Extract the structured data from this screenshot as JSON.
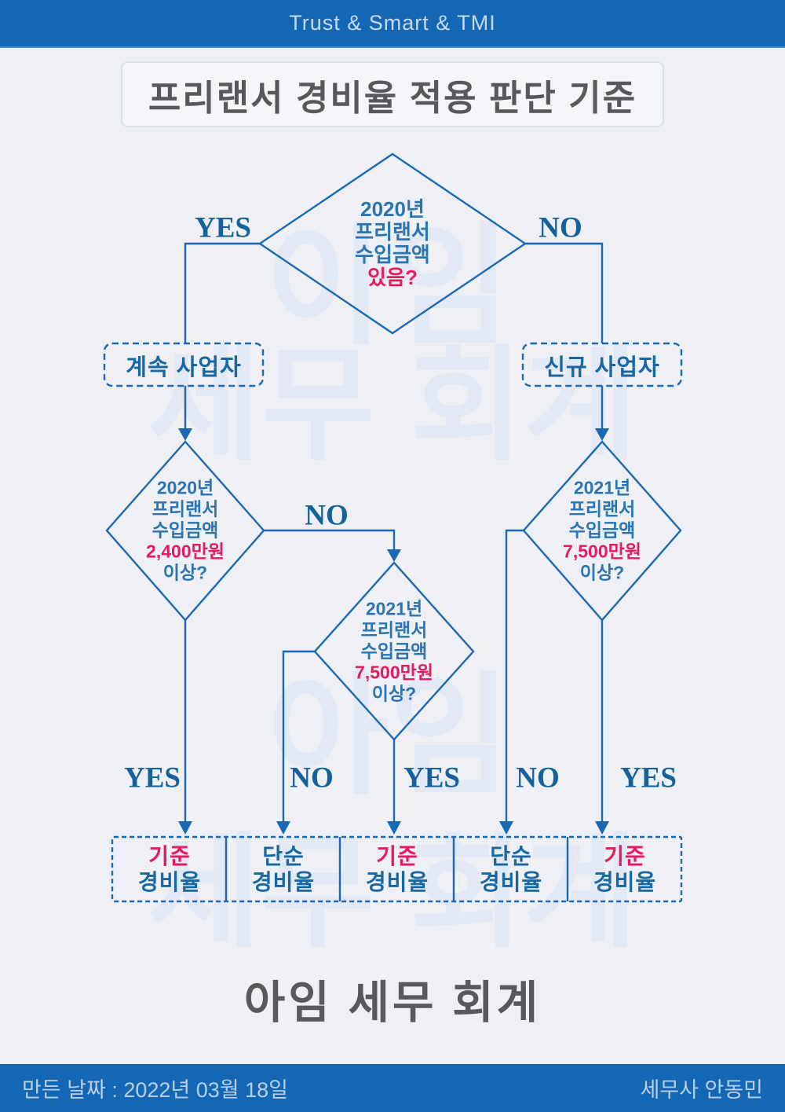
{
  "header": {
    "brand": "Trust & Smart & TMI"
  },
  "title": "프리랜서 경비율 적용 판단 기준",
  "watermark": {
    "word1": "아임",
    "word2": "세무 회계"
  },
  "flow": {
    "diamond_top": {
      "l1": "2020년",
      "l2": "프리랜서",
      "l3": "수입금액",
      "hl": "있음?"
    },
    "diamond_left": {
      "l1": "2020년",
      "l2": "프리랜서",
      "l3": "수입금액",
      "hl": "2,400만원",
      "l5": "이상?"
    },
    "diamond_mid": {
      "l1": "2021년",
      "l2": "프리랜서",
      "l3": "수입금액",
      "hl": "7,500만원",
      "l5": "이상?"
    },
    "diamond_right": {
      "l1": "2021년",
      "l2": "프리랜서",
      "l3": "수입금액",
      "hl": "7,500만원",
      "l5": "이상?"
    },
    "labels": {
      "top_yes": "YES",
      "top_no": "NO",
      "mid_no": "NO",
      "b1": "YES",
      "b2": "NO",
      "b3": "YES",
      "b4": "NO",
      "b5": "YES"
    },
    "boxes": {
      "continuing": "계속 사업자",
      "new_biz": "신규 사업자"
    },
    "results": [
      {
        "top": "기준",
        "bottom": "경비율"
      },
      {
        "top": "단순",
        "bottom": "경비율"
      },
      {
        "top": "기준",
        "bottom": "경비율"
      },
      {
        "top": "단순",
        "bottom": "경비율"
      },
      {
        "top": "기준",
        "bottom": "경비율"
      }
    ]
  },
  "bottom_title": "아임 세무 회계",
  "footer": {
    "created": "만든 날짜 : 2022년 03월 18일",
    "author": "세무사  안동민"
  },
  "colors": {
    "bar_blue": "#1467b5",
    "line_blue": "#1a69b4",
    "diamond_text": "#2a74b2",
    "strong_blue": "#1767a3",
    "serif_blue": "#14619b",
    "pink": "#e8195f",
    "heading_gray": "#57585a",
    "background": "#eef0f5",
    "watermark": "#e3e9f4"
  }
}
